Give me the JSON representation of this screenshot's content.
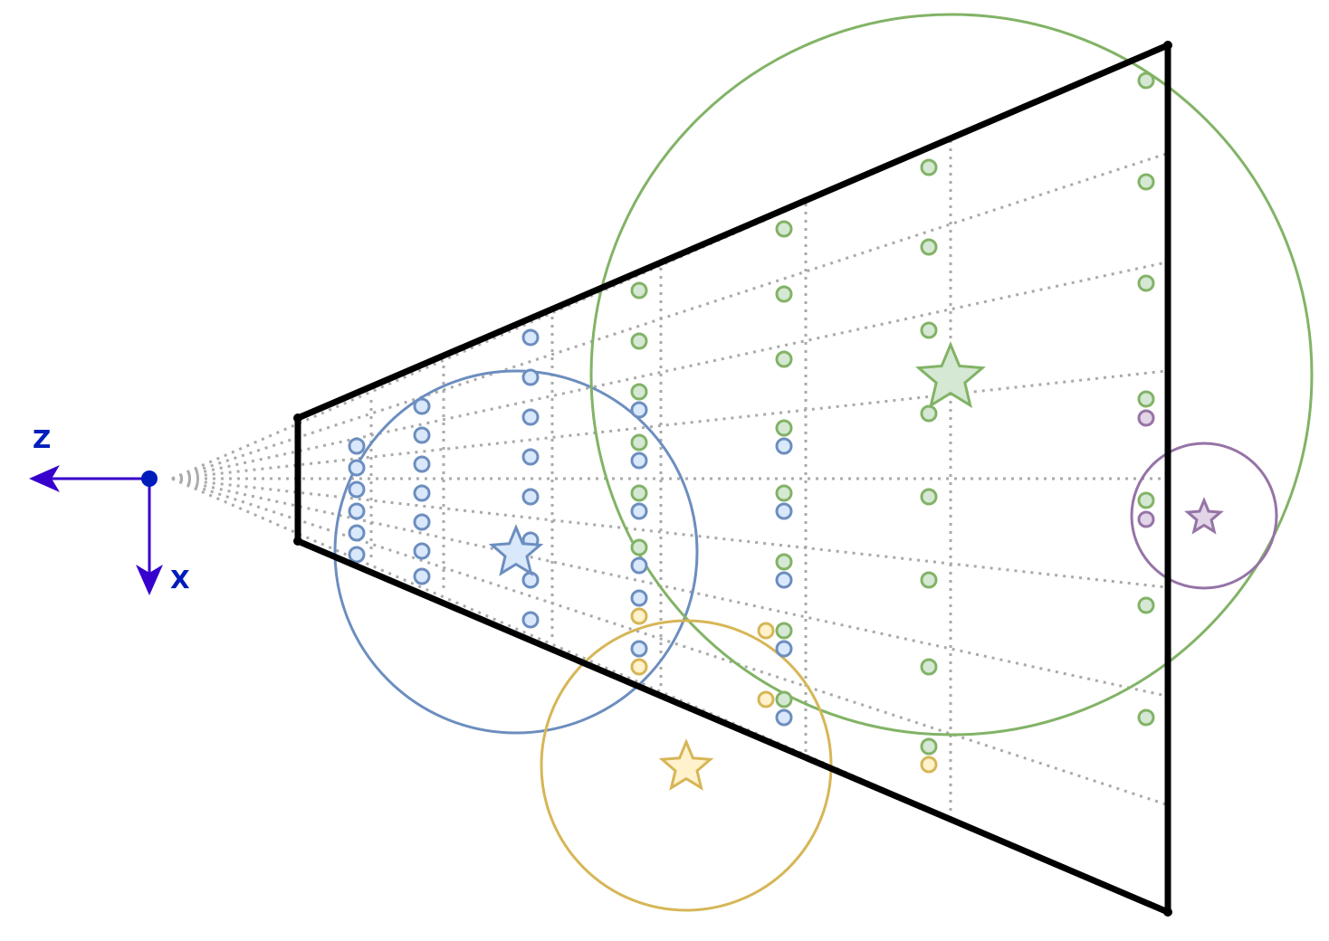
{
  "colors": {
    "blue_stroke": "#6c8ebf",
    "blue_fill": "#dae8fc",
    "green_stroke": "#82b366",
    "green_fill": "#d5e8d4",
    "yellow_stroke": "#d6b656",
    "yellow_fill": "#fff2cc",
    "purple_stroke": "#9673a6",
    "purple_fill": "#e1d5e7",
    "frustum": "#000000",
    "guide": "#aaaaaa",
    "axis": "#3700cc",
    "camera": "#001dbc"
  },
  "axes": {
    "z_label": "Z",
    "x_label": "X"
  },
  "clusters": [
    {
      "name": "blue",
      "color": "blue",
      "star_size": "large"
    },
    {
      "name": "green",
      "color": "green",
      "star_size": "large"
    },
    {
      "name": "yellow",
      "color": "yellow",
      "star_size": "medium"
    },
    {
      "name": "purple",
      "color": "purple",
      "star_size": "small"
    }
  ]
}
